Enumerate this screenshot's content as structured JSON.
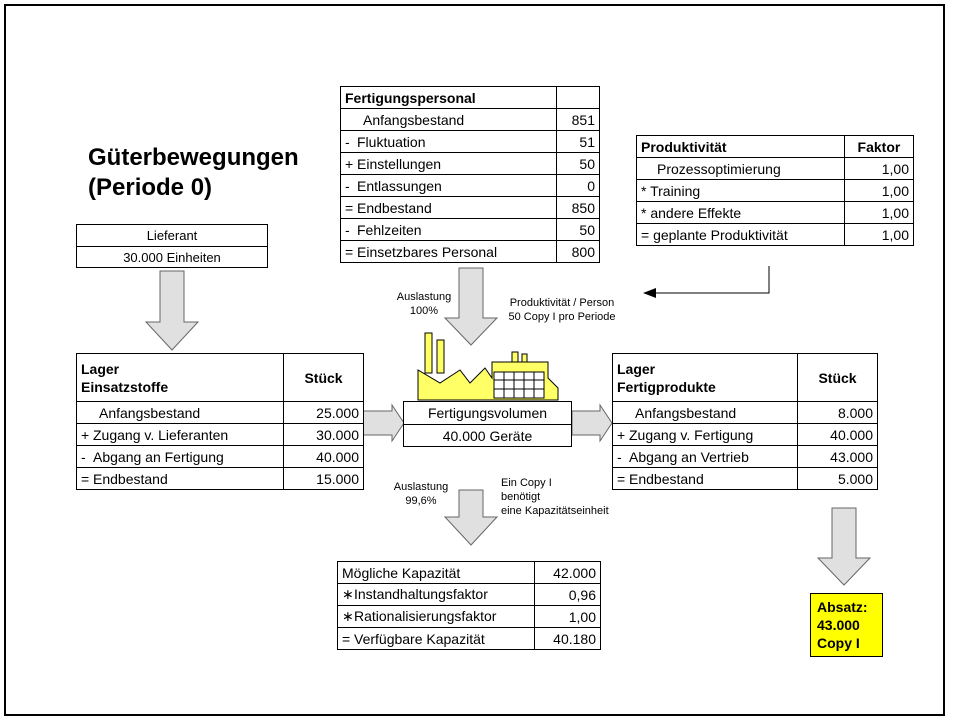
{
  "title": {
    "line1": "Güterbewegungen",
    "line2": "(Periode 0)"
  },
  "lieferant": {
    "name": "Lieferant",
    "amount": "30.000 Einheiten"
  },
  "personal": {
    "header": "Fertigungspersonal",
    "rows": [
      {
        "sym": "",
        "label": "Anfangsbestand",
        "value": "851"
      },
      {
        "sym": "-",
        "label": "Fluktuation",
        "value": "51"
      },
      {
        "sym": "+",
        "label": "Einstellungen",
        "value": "50"
      },
      {
        "sym": "-",
        "label": "Entlassungen",
        "value": "0"
      },
      {
        "sym": "=",
        "label": "Endbestand",
        "value": "850"
      },
      {
        "sym": "-",
        "label": "Fehlzeiten",
        "value": "50"
      },
      {
        "sym": "=",
        "label": "Einsetzbares Personal",
        "value": "800"
      }
    ]
  },
  "produktivitaet": {
    "header": "Produktivität",
    "header_value": "Faktor",
    "rows": [
      {
        "label": "Prozessoptimierung",
        "value": "1,00"
      },
      {
        "label": "* Training",
        "value": "1,00"
      },
      {
        "label": "* andere Effekte",
        "value": "1,00"
      },
      {
        "label": "= geplante Produktivität",
        "value": "1,00"
      }
    ]
  },
  "auslastung_top": {
    "line1": "Auslastung",
    "line2": "100%"
  },
  "produktivitaet_person": {
    "line1": "Produktivität / Person",
    "line2": "50 Copy I pro Periode"
  },
  "lager_einsatz": {
    "header1": "Lager",
    "header2": "Einsatzstoffe",
    "header_value": "Stück",
    "rows": [
      {
        "sym": "",
        "label": "Anfangsbestand",
        "value": "25.000"
      },
      {
        "sym": "+",
        "label": "Zugang v. Lieferanten",
        "value": "30.000"
      },
      {
        "sym": "-",
        "label": "Abgang an Fertigung",
        "value": "40.000"
      },
      {
        "sym": "=",
        "label": "Endbestand",
        "value": "15.000"
      }
    ]
  },
  "fertigung": {
    "label": "Fertigungsvolumen",
    "value": "40.000 Geräte"
  },
  "lager_fertig": {
    "header1": "Lager",
    "header2": "Fertigprodukte",
    "header_value": "Stück",
    "rows": [
      {
        "sym": "",
        "label": "Anfangsbestand",
        "value": "8.000"
      },
      {
        "sym": "+",
        "label": "Zugang v. Fertigung",
        "value": "40.000"
      },
      {
        "sym": "-",
        "label": "Abgang an Vertrieb",
        "value": "43.000"
      },
      {
        "sym": "=",
        "label": "Endbestand",
        "value": "5.000"
      }
    ]
  },
  "auslastung_bottom": {
    "line1": "Auslastung",
    "line2": "99,6%"
  },
  "copy_info": {
    "line1": "Ein Copy I",
    "line2": "benötigt",
    "line3": "eine Kapazitätseinheit"
  },
  "kapazitaet": {
    "rows": [
      {
        "sym": "",
        "label": "Mögliche Kapazität",
        "value": "42.000"
      },
      {
        "sym": "∗",
        "label": "Instandhaltungsfaktor",
        "value": "0,96"
      },
      {
        "sym": "∗",
        "label": "Rationalisierungsfaktor",
        "value": "1,00"
      },
      {
        "sym": "=",
        "label": "Verfügbare Kapazität",
        "value": "40.180"
      }
    ]
  },
  "absatz": {
    "line1": "Absatz:",
    "line2": "43.000",
    "line3": "Copy I"
  },
  "colors": {
    "factory": "#ffff66",
    "absatz_bg": "#ffff00",
    "arrow_fill": "#e0e0e0"
  }
}
